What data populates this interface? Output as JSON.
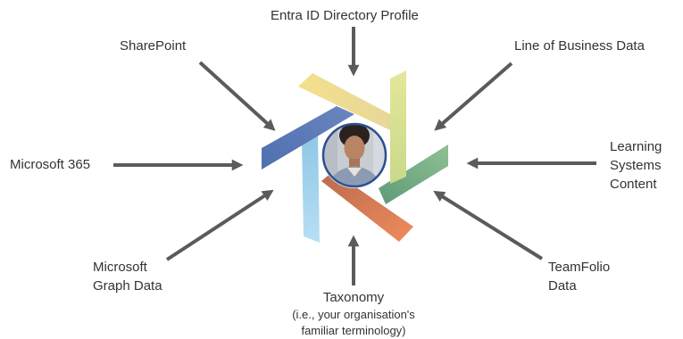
{
  "center": {
    "label": ""
  },
  "sources": {
    "entra": "Entra ID Directory Profile",
    "sharepoint": "SharePoint",
    "lob": "Line of Business Data",
    "m365": "Microsoft 365",
    "learning": [
      "Learning",
      "Systems",
      "Content"
    ],
    "graph": [
      "Microsoft",
      "Graph Data"
    ],
    "teamfolio": [
      "TeamFolio",
      "Data"
    ],
    "taxonomy": {
      "title": "Taxonomy",
      "detail": [
        "(i.e., your organisation's",
        "familiar terminology)"
      ]
    }
  },
  "colors": {
    "arrow": "#5b5b5b",
    "text": "#333333",
    "petal_yellow": "#f2dc8b",
    "petal_lime": "#dde38f",
    "petal_green": "#7fb287",
    "petal_orange": "#e8825c",
    "petal_lightblue": "#a8d5ef",
    "petal_blue": "#5a7ab8",
    "photo_ring": "#2a4f8f"
  },
  "icons": {
    "center": "person-photo-icon",
    "arrows": "arrow-right-icon"
  }
}
